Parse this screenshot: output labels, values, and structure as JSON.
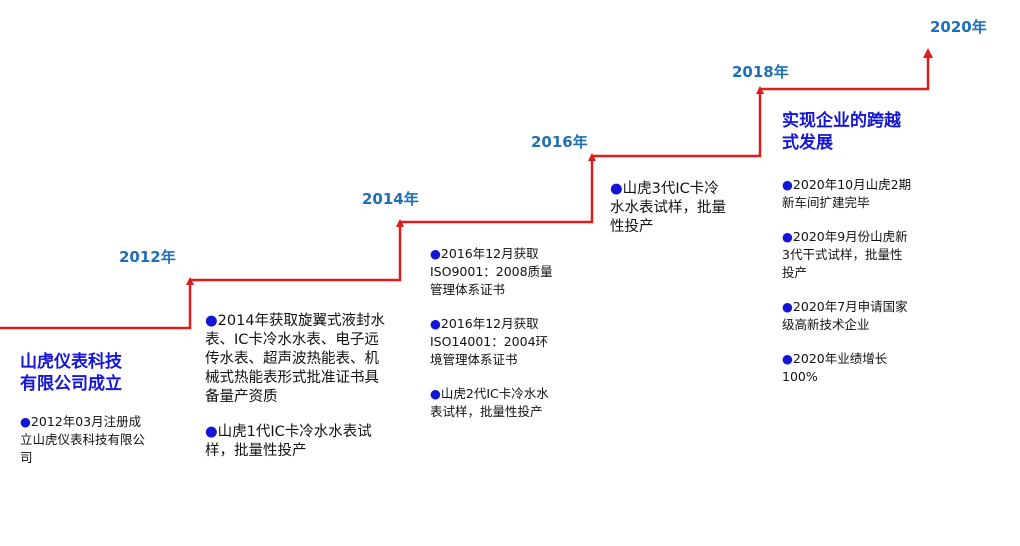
{
  "colors": {
    "line": "#e01b1b",
    "year": "#1f6fb5",
    "title": "#1515d6",
    "bullet": "#1515d6"
  },
  "bullet": "●",
  "stages": [
    {
      "year": "2012年",
      "title": "山虎仪表科技有限公司成立",
      "items": [
        "2012年03月注册成立山虎仪表科技有限公司"
      ]
    },
    {
      "year": "2014年",
      "items": [
        "2014年获取旋翼式液封水表、IC卡冷水水表、电子远传水表、超声波热能表、机械式热能表形式批准证书具备量产资质",
        "山虎1代IC卡冷水水表试样，批量性投产"
      ]
    },
    {
      "year": "2016年",
      "items": [
        "2016年12月获取ISO9001：2008质量管理体系证书",
        "2016年12月获取ISO14001：2004环境管理体系证书",
        "山虎2代IC卡冷水水表试样，批量性投产"
      ]
    },
    {
      "year": "2018年",
      "items": [
        "山虎3代IC卡冷水水表试样，批量性投产"
      ]
    },
    {
      "year": "2020年",
      "title": "实现企业的跨越式发展",
      "items": [
        "2020年10月山虎2期新车间扩建完毕",
        "2020年9月份山虎新3代干式试样，批量性投产",
        "2020年7月申请国家级高新技术企业",
        "2020年业绩增长100%"
      ]
    }
  ]
}
